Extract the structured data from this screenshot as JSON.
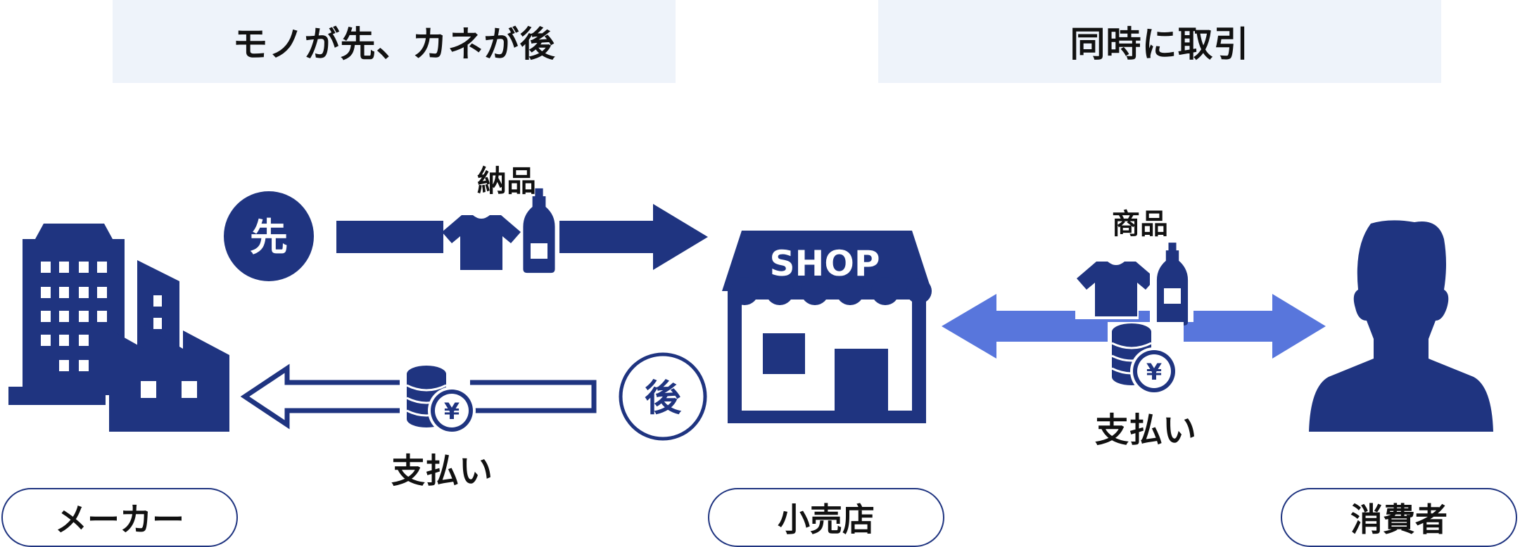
{
  "headers": {
    "left": "モノが先、カネが後",
    "right": "同時に取引"
  },
  "badges": {
    "first": "先",
    "later": "後"
  },
  "labels": {
    "delivery": "納品",
    "payment_left": "支払い",
    "goods": "商品",
    "payment_right": "支払い"
  },
  "shop_sign": "SHOP",
  "yen_symbol": "¥",
  "actors": {
    "maker": "メーカー",
    "retailer": "小売店",
    "consumer": "消費者"
  },
  "colors": {
    "navy": "#1f3480",
    "bright_blue": "#5876dc",
    "header_bg": "#eef3fa"
  }
}
